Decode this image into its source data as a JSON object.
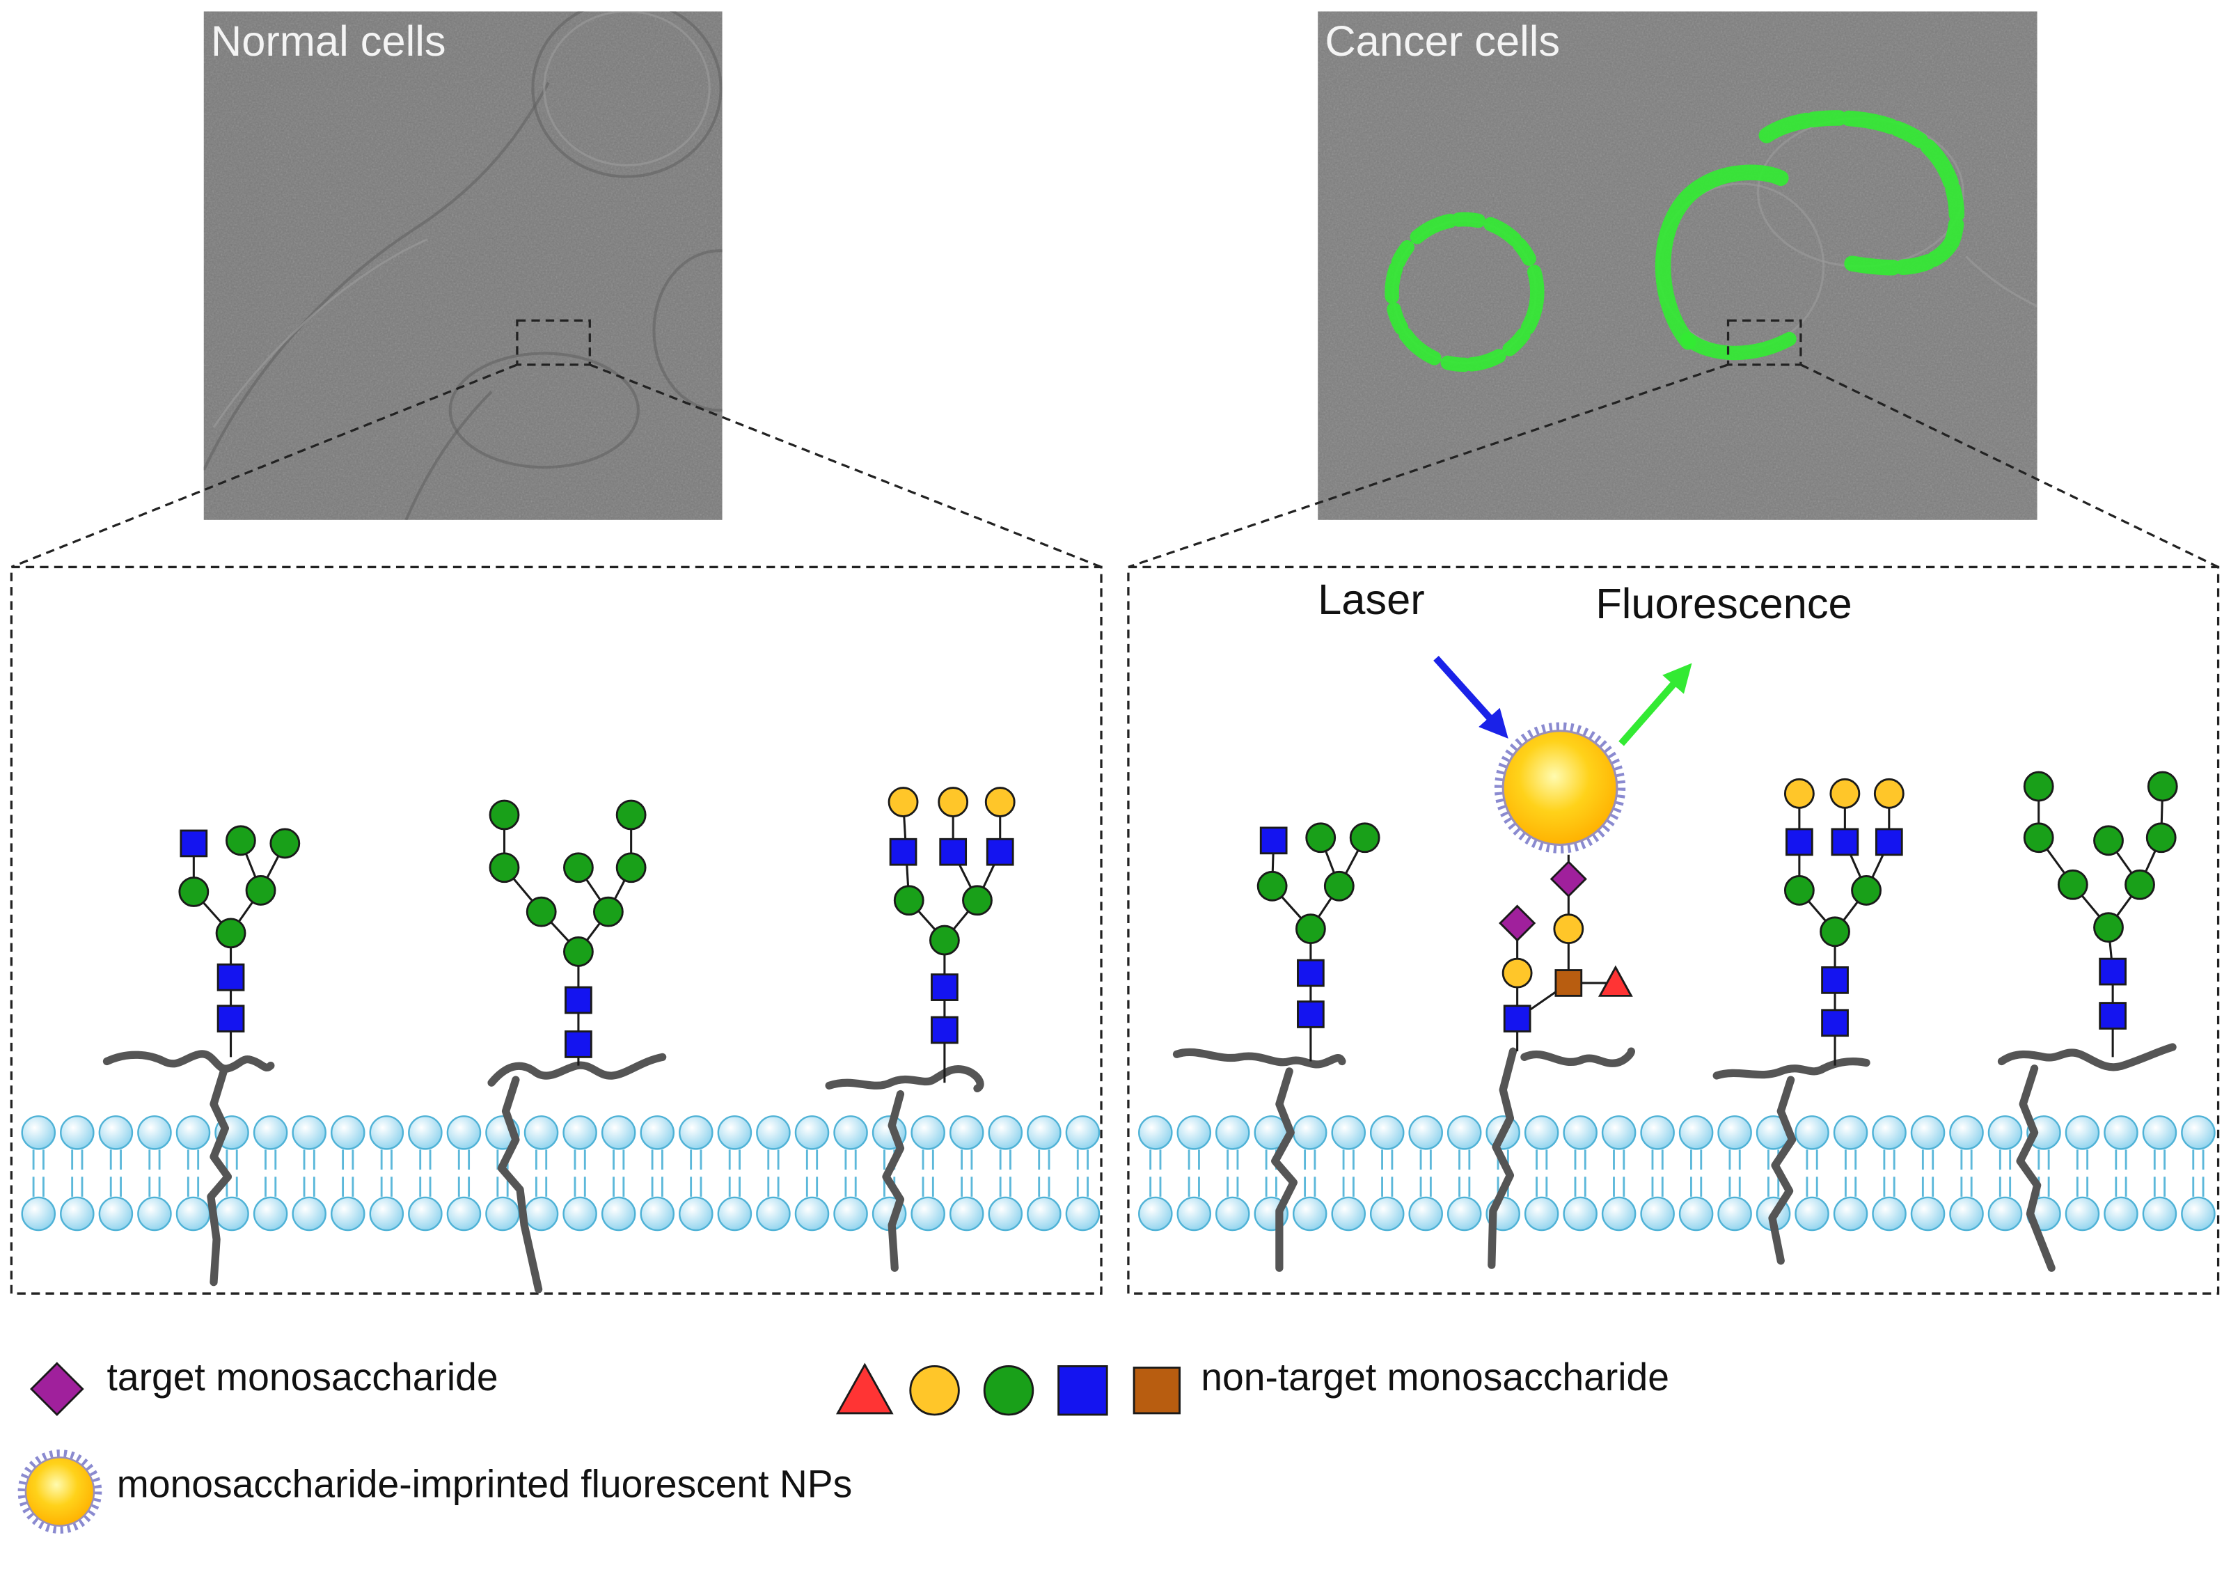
{
  "panels": {
    "normal": {
      "label": "Normal cells"
    },
    "cancer": {
      "label": "Cancer cells"
    }
  },
  "annotations": {
    "laser": "Laser",
    "fluorescence": "Fluorescence"
  },
  "legend": {
    "target": "target monosaccharide",
    "non_target": "non-target monosaccharide",
    "nps": "monosaccharide-imprinted fluorescent NPs"
  },
  "colors": {
    "green": "#19a019",
    "blue": "#1414f0",
    "yellow": "#ffc629",
    "purple": "#a0209c",
    "brown": "#b85d10",
    "red": "#ff3434",
    "laser": "#1a22e8",
    "fluor": "#33ea33"
  }
}
